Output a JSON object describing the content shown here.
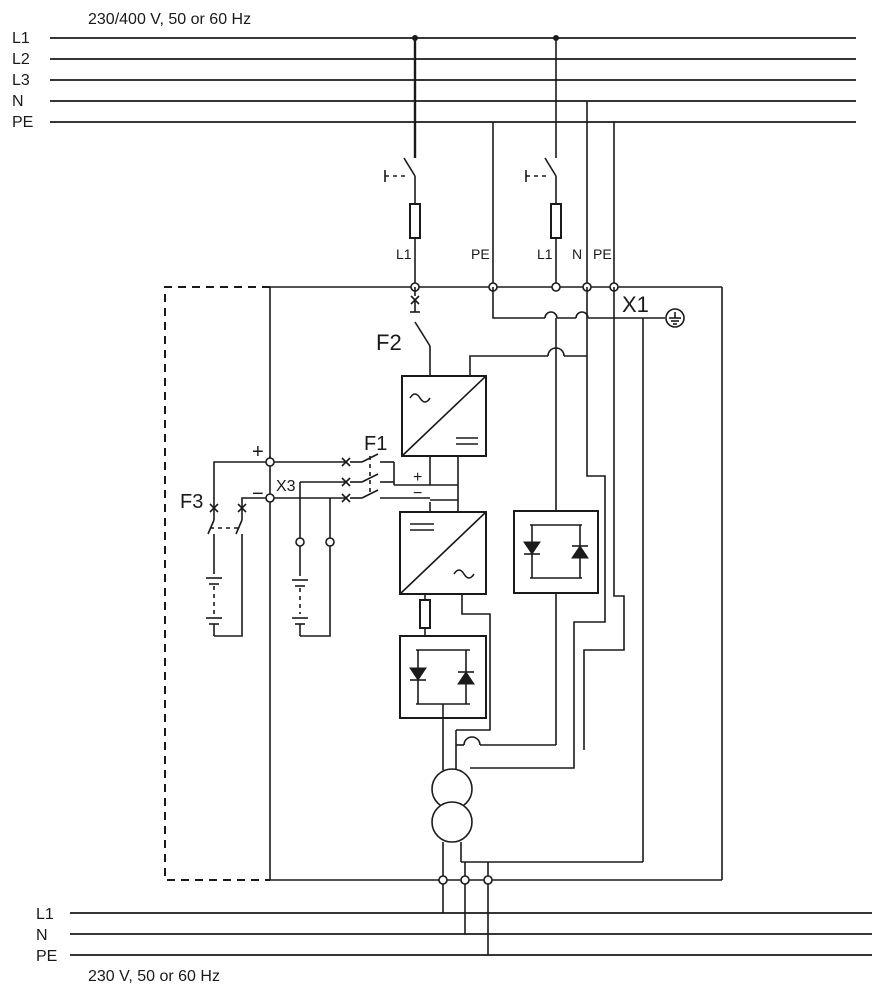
{
  "supply_in": {
    "voltage": "230/400 V, 50 or 60 Hz",
    "lines": [
      "L1",
      "L2",
      "L3",
      "N",
      "PE"
    ]
  },
  "supply_out": {
    "voltage": "230 V, 50 or 60 Hz",
    "lines": [
      "L1",
      "N",
      "PE"
    ]
  },
  "feeder_labels": {
    "rectifier_l1": "L1",
    "pe": "PE",
    "bypass_l1": "L1",
    "bypass_n": "N",
    "bypass_pe": "PE"
  },
  "components": {
    "terminal_x1": "X1",
    "terminal_x3": "X3",
    "fuse_f1": "F1",
    "fuse_f2": "F2",
    "fuse_f3": "F3",
    "plus": "+",
    "minus": "−",
    "dc_plus": "+",
    "dc_minus": "−"
  }
}
